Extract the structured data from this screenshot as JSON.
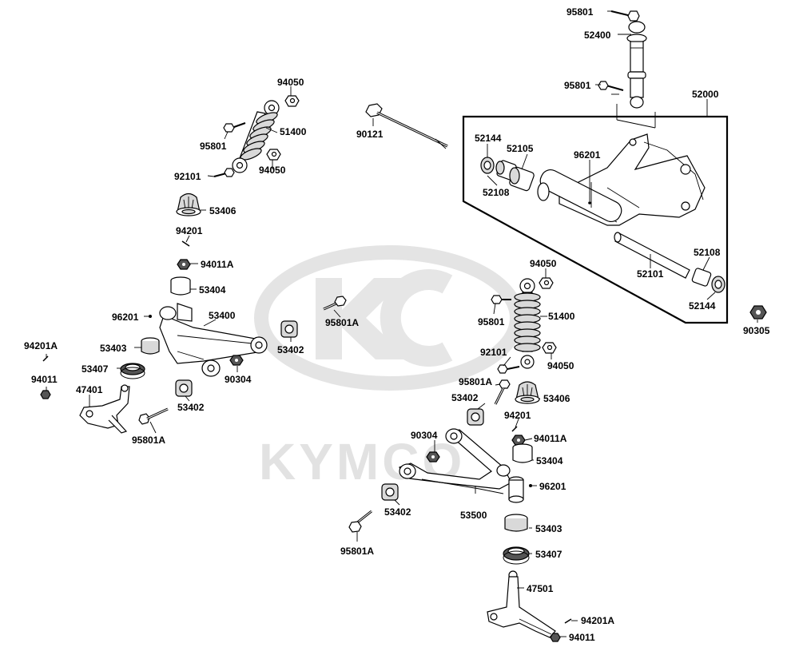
{
  "watermark": {
    "brand_text": "KYMCO"
  },
  "labels": {
    "p95801_top": "95801",
    "p52400": "52400",
    "p95801_mid": "95801",
    "p52000": "52000",
    "p90121": "90121",
    "p52144_a": "52144",
    "p52105": "52105",
    "p96201_r": "96201",
    "p52108_a": "52108",
    "p52101": "52101",
    "p52108_b": "52108",
    "p52144_b": "52144",
    "p90305": "90305",
    "l94050_a": "94050",
    "l51400": "51400",
    "l95801": "95801",
    "l94050_b": "94050",
    "l92101": "92101",
    "l53406": "53406",
    "l94201": "94201",
    "l94011A": "94011A",
    "l53404": "53404",
    "l96201": "96201",
    "l53400": "53400",
    "l95801A_c": "95801A",
    "l53402_a": "53402",
    "l53403": "53403",
    "l53407": "53407",
    "l90304": "90304",
    "l53402_b": "53402",
    "l94201A": "94201A",
    "l94011": "94011",
    "l47401": "47401",
    "l95801A_b": "95801A",
    "r94050_a": "94050",
    "r95801": "95801",
    "r51400": "51400",
    "r92101": "92101",
    "r94050_b": "94050",
    "r95801A_t": "95801A",
    "r53402_t": "53402",
    "r53406": "53406",
    "r94201": "94201",
    "r90304": "90304",
    "r94011A": "94011A",
    "r53404": "53404",
    "r96201": "96201",
    "r53402_b": "53402",
    "r53500": "53500",
    "r53403": "53403",
    "r95801A_b": "95801A",
    "r53407": "53407",
    "r47501": "47501",
    "r94201A": "94201A",
    "r94011": "94011"
  }
}
